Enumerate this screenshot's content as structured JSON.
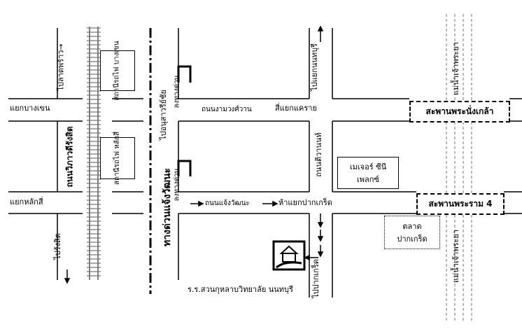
{
  "labels": {
    "bang_khen_junction": "แยกบางเขน",
    "lak_si_junction": "แยกหลักสี่",
    "to_lat_phrao": "ไปลาดพร้าว→",
    "to_rangsit": "ไปรังสิต",
    "vibhavadi_road": "ถนนวิภาวดีรังสิต",
    "bang_khen_station": "สถานีรถไฟ บางเขน",
    "lak_si_station": "สถานีรถไฟ หลักสี่",
    "chaengwattana_expressway": "ทางด่วนแจ้งวัฒนะ",
    "to_laksi_sanamchai": "ไปอนุสาวรีย์ชัย",
    "ramp_down_1": "ลงทางด่วน",
    "ramp_down_2": "ลงทางด่วน",
    "ngamwongwan_road": "ถนนงามวงศ์วาน",
    "chaengwattana_road": "ถนนแจ้งวัฒนะ",
    "khae_rai_junction": "สี่แยกแคราย",
    "pak_kret_junction": "ห้าแยกปากเกร็ด",
    "to_nonthaburi_junction": "ไปแยกนนทบุรี",
    "tiwanon_road": "ถนนติวานนท์",
    "major_cineplex": "เมเจอร์ ซีนีเพลกซ์",
    "pak_kret_market": "ตลาด ปากเกร็ด",
    "to_pak_kret": "ไปปากเกร็ด",
    "school": "ร.ร.สวนกุหลาบวิทยาลัย นนทบุรี",
    "phra_nang_klao_bridge": "สะพานพระนั่งเกล้า",
    "rama4_bridge": "สะพานพระราม 4",
    "chao_phraya_north": "แม่น้ำเจ้าพระยา",
    "chao_phraya_south": "แม่น้ำเจ้าพระยา"
  }
}
